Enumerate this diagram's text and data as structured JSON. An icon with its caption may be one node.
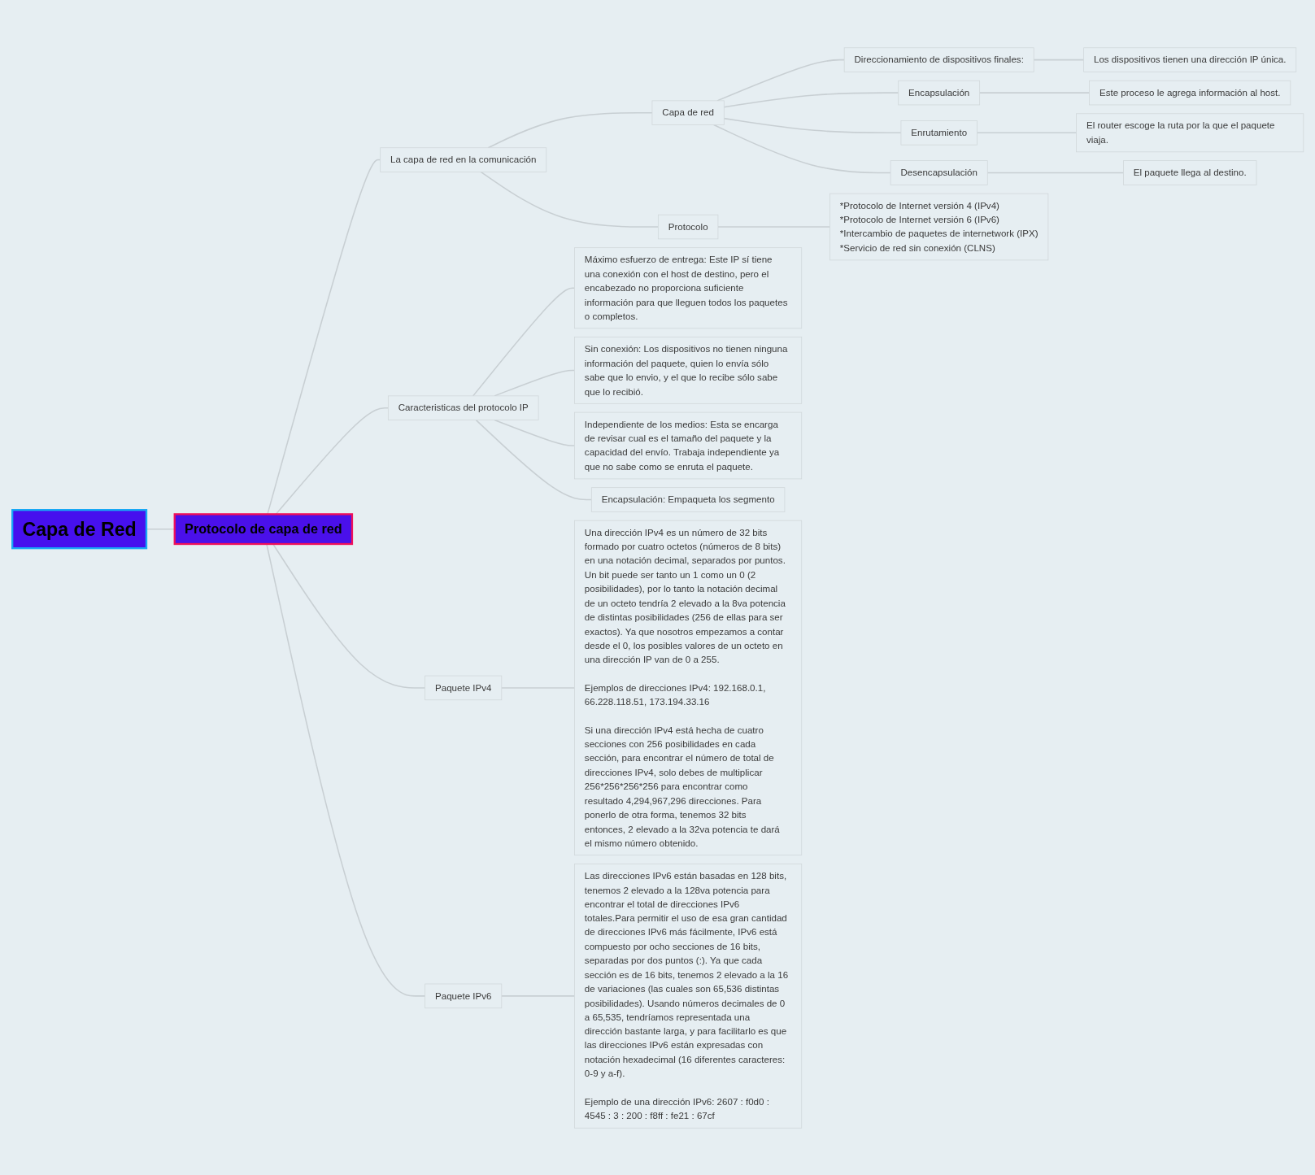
{
  "diagram": {
    "nodes": [
      {
        "text": [
          "Capa de Red"
        ]
      },
      {
        "text": [
          "Protocolo de capa de red"
        ]
      },
      {
        "text": [
          "La capa de red en la comunicación"
        ]
      },
      {
        "text": [
          "Capa de red"
        ]
      },
      {
        "text": [
          "Direccionamiento de dispositivos finales:"
        ]
      },
      {
        "text": [
          "Los dispositivos tienen una dirección IP única."
        ]
      },
      {
        "text": [
          "Encapsulación"
        ]
      },
      {
        "text": [
          "Este proceso le agrega información al host."
        ]
      },
      {
        "text": [
          "Enrutamiento"
        ]
      },
      {
        "text": [
          "El router escoge la ruta por la que el paquete viaja."
        ]
      },
      {
        "text": [
          "Desencapsulación"
        ]
      },
      {
        "text": [
          "El paquete llega al destino."
        ]
      },
      {
        "text": [
          "Protocolo"
        ]
      },
      {
        "text": [
          "*Protocolo de Internet versión 4 (IPv4)",
          "*Protocolo de Internet versión 6 (IPv6)",
          "*Intercambio de paquetes de internetwork (IPX)",
          "*Servicio de red sin conexión (CLNS)"
        ]
      },
      {
        "text": [
          "Caracteristicas del protocolo IP"
        ]
      },
      {
        "text": [
          "Máximo esfuerzo de entrega: Este IP sí tiene una conexión con el host de destino, pero el encabezado no proporciona suficiente información para que lleguen todos los paquetes o completos."
        ]
      },
      {
        "text": [
          "Sin conexión: Los dispositivos no tienen ninguna información del paquete, quien lo envía sólo sabe que lo envio, y el que lo recibe sólo sabe que lo recibió."
        ]
      },
      {
        "text": [
          "Independiente de los medios: Esta se encarga de revisar cual es el tamaño del paquete y la capacidad del envío. Trabaja independiente ya que no sabe como se enruta el paquete."
        ]
      },
      {
        "text": [
          "Encapsulación: Empaqueta los segmento"
        ]
      },
      {
        "text": [
          "Paquete IPv4"
        ]
      },
      {
        "text": [
          "Una dirección IPv4 es un número de 32 bits formado por cuatro octetos (números de 8 bits) en una notación decimal, separados por puntos. Un bit puede ser tanto un 1 como un 0 (2 posibilidades), por lo tanto la notación decimal de un octeto tendría 2 elevado a la 8va potencia de distintas posibilidades (256 de ellas para ser exactos). Ya que nosotros empezamos a contar desde el 0, los posibles valores de un octeto en una dirección IP van de 0 a 255.",
          "Ejemplos de direcciones IPv4: 192.168.0.1, 66.228.118.51, 173.194.33.16",
          "Si una dirección IPv4 está hecha de cuatro secciones con 256 posibilidades en cada sección, para encontrar el número de total de direcciones IPv4, solo debes de multiplicar 256*256*256*256 para encontrar como resultado 4,294,967,296 direcciones. Para ponerlo de otra forma, tenemos 32 bits entonces, 2 elevado a la 32va potencia te dará el mismo número obtenido."
        ]
      },
      {
        "text": [
          "Paquete IPv6"
        ]
      },
      {
        "text": [
          "Las direcciones IPv6 están basadas en 128 bits, tenemos 2 elevado a la 128va potencia para encontrar el total de direcciones IPv6 totales.Para permitir el uso de esa gran cantidad de direcciones IPv6 más fácilmente, IPv6 está compuesto por ocho secciones de 16 bits, separadas por dos puntos (:). Ya que cada sección es de 16 bits, tenemos 2 elevado a la 16 de variaciones (las cuales son 65,536 distintas posibilidades). Usando números decimales de 0 a 65,535, tendríamos representada una dirección bastante larga, y para facilitarlo es que las direcciones IPv6 están expresadas con notación hexadecimal (16 diferentes caracteres: 0-9 y a-f).",
          "Ejemplo de una dirección IPv6: 2607 : f0d0 : 4545 : 3 : 200 : f8ff : fe21 : 67cf"
        ]
      }
    ],
    "edges": [
      {
        "from": 0,
        "to": 1,
        "arrow": "none"
      },
      {
        "from": 1,
        "to": 2,
        "arrow": "none"
      },
      {
        "from": 2,
        "to": 3,
        "arrow": "none"
      },
      {
        "from": 3,
        "to": 4,
        "arrow": "none"
      },
      {
        "from": 4,
        "to": 5,
        "arrow": "none"
      },
      {
        "from": 3,
        "to": 6,
        "arrow": "none"
      },
      {
        "from": 6,
        "to": 7,
        "arrow": "none"
      },
      {
        "from": 3,
        "to": 8,
        "arrow": "none"
      },
      {
        "from": 8,
        "to": 9,
        "arrow": "none"
      },
      {
        "from": 3,
        "to": 10,
        "arrow": "none"
      },
      {
        "from": 10,
        "to": 11,
        "arrow": "none"
      },
      {
        "from": 2,
        "to": 12,
        "arrow": "none"
      },
      {
        "from": 12,
        "to": 13,
        "arrow": "none"
      },
      {
        "from": 1,
        "to": 14,
        "arrow": "none"
      },
      {
        "from": 14,
        "to": 15,
        "arrow": "none"
      },
      {
        "from": 14,
        "to": 16,
        "arrow": "none"
      },
      {
        "from": 14,
        "to": 17,
        "arrow": "none"
      },
      {
        "from": 14,
        "to": 18,
        "arrow": "none"
      },
      {
        "from": 1,
        "to": 19,
        "arrow": "none"
      },
      {
        "from": 19,
        "to": 20,
        "arrow": "none"
      },
      {
        "from": 1,
        "to": 21,
        "arrow": "none"
      },
      {
        "from": 21,
        "to": 22,
        "arrow": "none"
      }
    ]
  }
}
